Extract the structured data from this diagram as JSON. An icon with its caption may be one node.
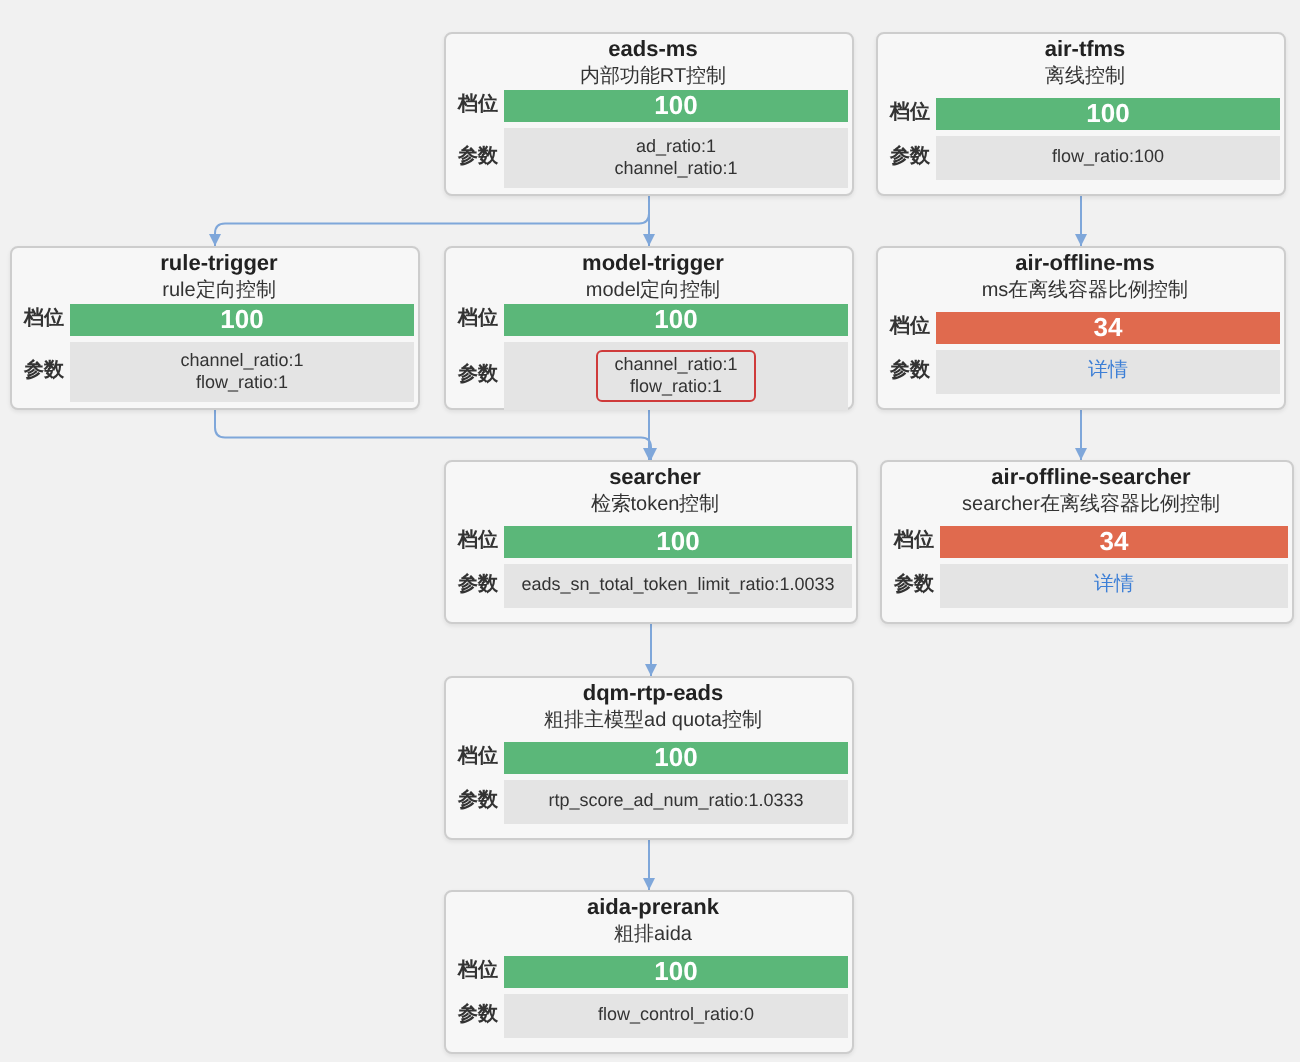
{
  "diagram": {
    "nodes": [
      {
        "text": [
          "eads-ms",
          "内部功能RT控制"
        ]
      },
      {
        "text": [
          "100"
        ],
        "in": 0,
        "beside": [
          "档位"
        ]
      },
      {
        "text": [
          "ad_ratio:1",
          "channel_ratio:1"
        ],
        "in": 0,
        "beside": [
          "参数"
        ]
      },
      {
        "text": [
          "air-tfms",
          "离线控制"
        ]
      },
      {
        "text": [
          "100"
        ],
        "in": 3,
        "beside": [
          "档位"
        ]
      },
      {
        "text": [
          "flow_ratio:100"
        ],
        "in": 3,
        "beside": [
          "参数"
        ]
      },
      {
        "text": [
          "rule-trigger",
          "rule定向控制"
        ]
      },
      {
        "text": [
          "100"
        ],
        "in": 6,
        "beside": [
          "档位"
        ]
      },
      {
        "text": [
          "channel_ratio:1",
          "flow_ratio:1"
        ],
        "in": 6,
        "beside": [
          "参数"
        ]
      },
      {
        "text": [
          "model-trigger",
          "model定向控制"
        ]
      },
      {
        "text": [
          "100"
        ],
        "in": 9,
        "beside": [
          "档位"
        ]
      },
      {
        "text": [],
        "shape": "box",
        "in": 9,
        "beside": [
          "参数"
        ]
      },
      {
        "text": [
          "channel_ratio:1",
          "flow_ratio:1"
        ],
        "in": 11
      },
      {
        "text": [
          "air-offline-ms",
          "ms在离线容器比例控制"
        ]
      },
      {
        "text": [
          "34"
        ],
        "in": 13,
        "beside": [
          "档位"
        ]
      },
      {
        "text": [
          "详情"
        ],
        "in": 13,
        "beside": [
          "参数"
        ]
      },
      {
        "text": [
          "searcher",
          "检索token控制"
        ]
      },
      {
        "text": [
          "100"
        ],
        "in": 16,
        "beside": [
          "档位"
        ]
      },
      {
        "text": [
          "eads_sn_total_token_limit_ratio:1.0033"
        ],
        "in": 16,
        "beside": [
          "参数"
        ]
      },
      {
        "text": [
          "air-offline-searcher",
          "searcher在离线容器比例控制"
        ]
      },
      {
        "text": [
          "34"
        ],
        "in": 19,
        "beside": [
          "档位"
        ]
      },
      {
        "text": [
          "详情"
        ],
        "in": 19,
        "beside": [
          "参数"
        ]
      },
      {
        "text": [
          "dqm-rtp-eads",
          "粗排主模型ad quota控制"
        ]
      },
      {
        "text": [
          "100"
        ],
        "in": 22,
        "beside": [
          "档位"
        ]
      },
      {
        "text": [
          "rtp_score_ad_num_ratio:1.0333"
        ],
        "in": 22,
        "beside": [
          "参数"
        ]
      },
      {
        "text": [
          "aida-prerank",
          "粗排aida"
        ]
      },
      {
        "text": [
          "100"
        ],
        "in": 25,
        "beside": [
          "档位"
        ]
      },
      {
        "text": [
          "flow_control_ratio:0"
        ],
        "in": 25,
        "beside": [
          "参数"
        ]
      }
    ],
    "edges": [
      {
        "from": 0,
        "to": 6,
        "arrow": "to"
      },
      {
        "from": 0,
        "to": 9,
        "arrow": "to"
      },
      {
        "from": 6,
        "to": 16,
        "arrow": "to"
      },
      {
        "from": 9,
        "to": 16,
        "arrow": "to"
      },
      {
        "from": 3,
        "to": 13,
        "arrow": "to"
      },
      {
        "from": 13,
        "to": 19,
        "arrow": "to"
      },
      {
        "from": 16,
        "to": 22,
        "arrow": "to"
      },
      {
        "from": 22,
        "to": 25,
        "arrow": "to"
      }
    ]
  }
}
